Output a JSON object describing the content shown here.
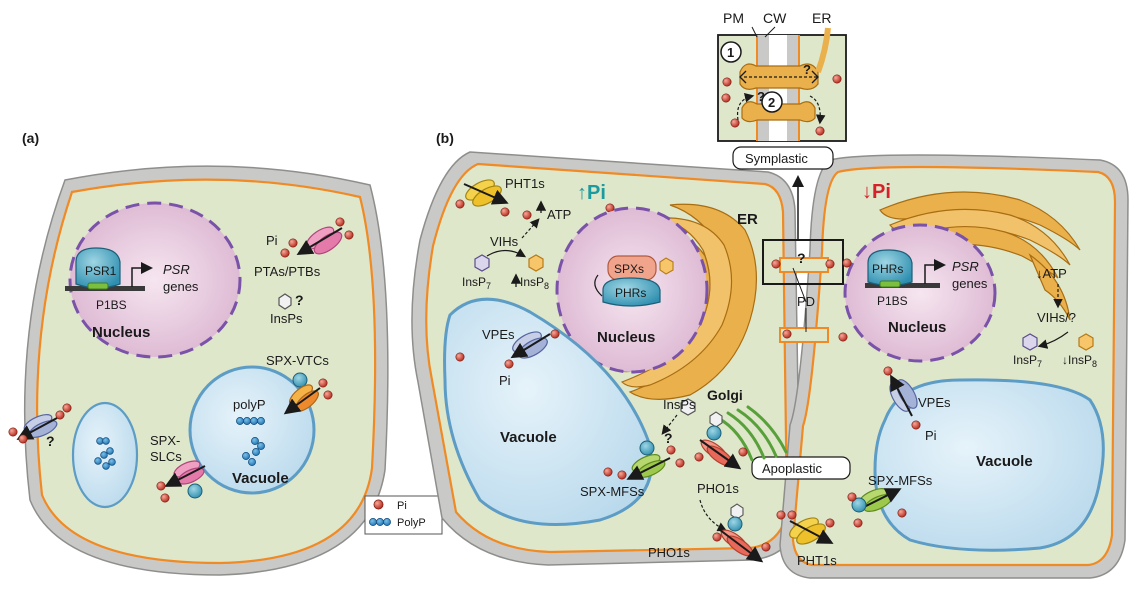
{
  "panel_a": {
    "panel_label": "(a)",
    "psr1": "PSR1",
    "psr": "PSR",
    "genes": "genes",
    "p1bs": "P1BS",
    "nucleus": "Nucleus",
    "pi": "Pi",
    "ptas_ptbs": "PTAs/PTBs",
    "question": "?",
    "insps": "InsPs",
    "spx_vtcs": "SPX-VTCs",
    "polyp": "polyP",
    "spx": "SPX-",
    "slcs": "SLCs",
    "vacuole": "Vacuole",
    "transporter_question": "?"
  },
  "legend": {
    "pi": "Pi",
    "polyp": "PolyP"
  },
  "inset": {
    "pm": "PM",
    "cw": "CW",
    "er": "ER",
    "step1": "1",
    "step2": "2",
    "q1": "?",
    "q2": "?"
  },
  "panel_b": {
    "panel_label": "(b)",
    "symplastic": "Symplastic",
    "apoplastic": "Apoplastic",
    "left_cell": {
      "pi_status": "↑Pi",
      "pht1s": "PHT1s",
      "atp": "ATP",
      "vihs": "VIHs",
      "insp7": "InsP",
      "insp7_sub": "7",
      "insp8": "InsP",
      "insp8_sub": "8",
      "spxs": "SPXs",
      "phrs": "PHRs",
      "nucleus": "Nucleus",
      "er": "ER",
      "vpes": "VPEs",
      "pi": "Pi",
      "vacuole": "Vacuole",
      "insps": "InsPs",
      "question": "?",
      "spx_mfss": "SPX-MFSs",
      "golgi": "Golgi",
      "pho1s_a": "PHO1s",
      "pho1s_b": "PHO1s",
      "pht1s_bottom": "PHT1s"
    },
    "junction": {
      "question": "?",
      "pd": "PD"
    },
    "right_cell": {
      "pi_status": "↓Pi",
      "phrs": "PHRs",
      "psr": "PSR",
      "genes": "genes",
      "p1bs": "P1BS",
      "nucleus": "Nucleus",
      "atp": "↓ATP",
      "vihs": "VIHs/?",
      "insp7": "InsP",
      "insp7_sub": "7",
      "insp8": "↓InsP",
      "insp8_sub": "8",
      "vpes": "VPEs",
      "pi": "Pi",
      "vacuole": "Vacuole",
      "spx_mfss": "SPX-MFSs"
    }
  },
  "colors": {
    "cytoplasm": "#dfe7cb",
    "cell_wall": "#c9c9c7",
    "membrane": "#f08a24",
    "nucleus": "#e7c9dd",
    "nucleus_border": "#7a52a8",
    "vacuole": "#cfe6f2",
    "vacuole_border": "#5d9cc4",
    "pi_dot": "#d54b3c",
    "er": "#e3a43a",
    "up_pi": "#1a9ba0",
    "down_pi": "#d6212b"
  }
}
